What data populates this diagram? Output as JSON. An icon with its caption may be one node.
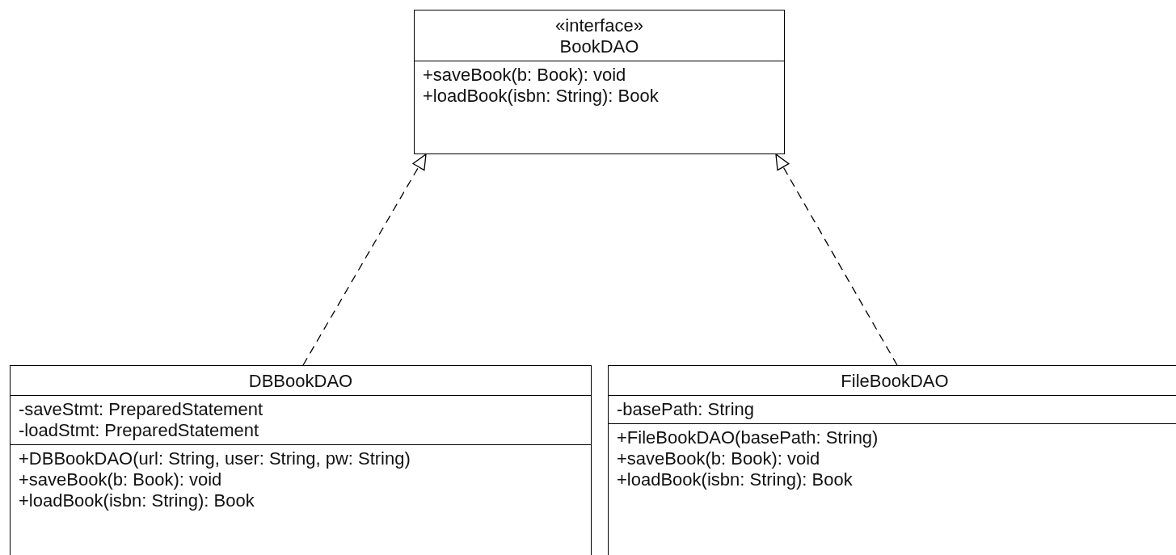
{
  "diagram": {
    "nodes": [
      {
        "text": [
          "«interface»",
          "BookDAO"
        ]
      },
      {
        "text": [
          "+saveBook(b: Book): void",
          "+loadBook(isbn: String): Book"
        ],
        "in": 0
      },
      {
        "text": [
          "DBBookDAO"
        ]
      },
      {
        "text": [
          "-saveStmt: PreparedStatement",
          "-loadStmt: PreparedStatement"
        ],
        "in": 2
      },
      {
        "text": [
          "+DBBookDAO(url: String, user: String, pw: String)",
          "+saveBook(b: Book): void",
          "+loadBook(isbn: String): Book"
        ],
        "in": 2
      },
      {
        "text": [
          "FileBookDAO"
        ]
      },
      {
        "text": [
          "-basePath: String"
        ],
        "in": 5
      },
      {
        "text": [
          "+FileBookDAO(basePath: String)",
          "+saveBook(b: Book): void",
          "+loadBook(isbn: String): Book"
        ],
        "in": 5
      }
    ],
    "edges": [
      {
        "from": 2,
        "to": 0,
        "arrow": "to",
        "style": "dashed"
      },
      {
        "from": 5,
        "to": 0,
        "arrow": "to",
        "style": "dashed"
      }
    ]
  }
}
